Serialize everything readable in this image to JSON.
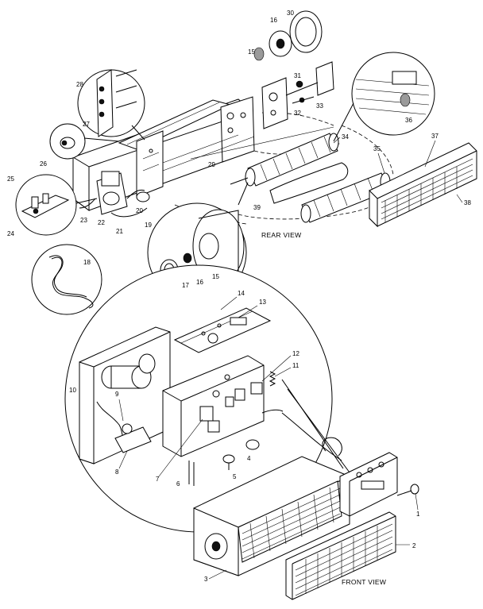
{
  "views": {
    "rear": "REAR VIEW",
    "front": "FRONT VIEW"
  },
  "callouts": [
    "1",
    "2",
    "3",
    "4",
    "5",
    "6",
    "7",
    "8",
    "9",
    "10",
    "11",
    "12",
    "13",
    "14",
    "15",
    "16",
    "17",
    "18",
    "19",
    "20",
    "21",
    "22",
    "23",
    "24",
    "25",
    "26",
    "27",
    "28",
    "29",
    "30",
    "31",
    "32",
    "33",
    "34",
    "35",
    "36",
    "37",
    "38",
    "39"
  ]
}
